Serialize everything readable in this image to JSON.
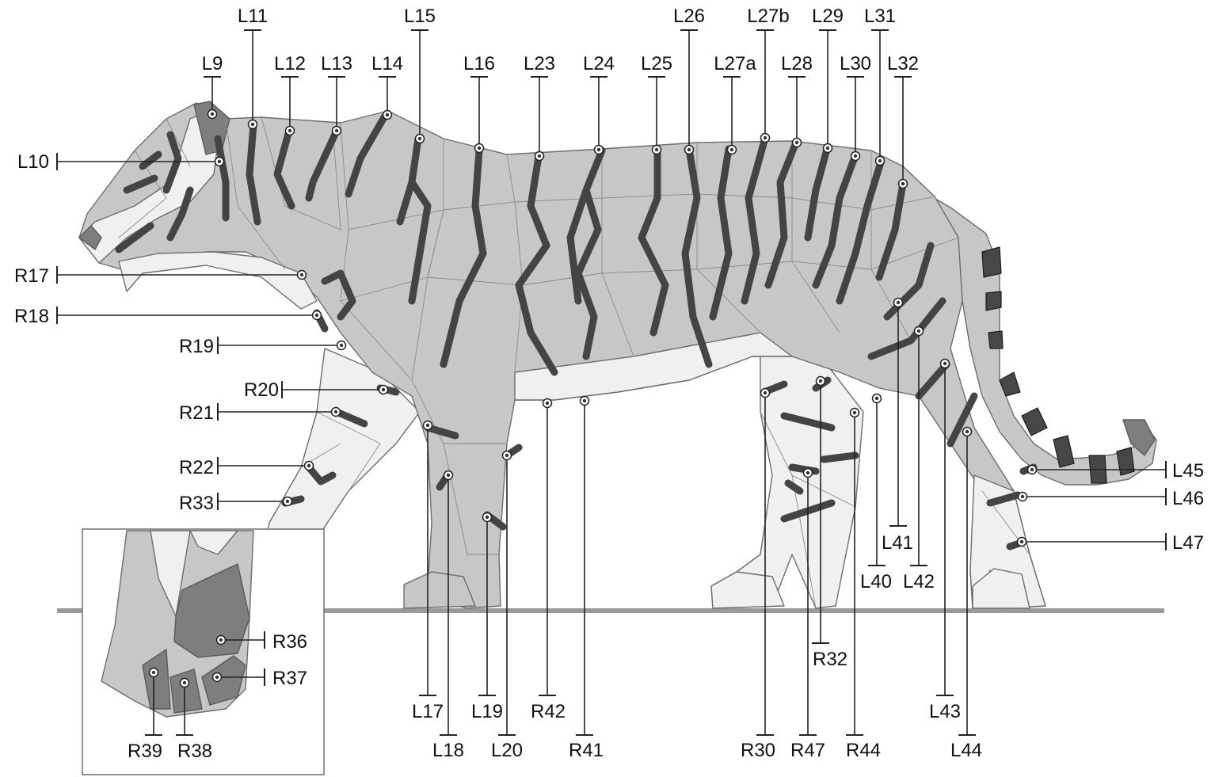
{
  "figure": {
    "labels": {
      "L9": "L9",
      "L10": "L10",
      "L11": "L11",
      "L12": "L12",
      "L13": "L13",
      "L14": "L14",
      "L15": "L15",
      "L16": "L16",
      "L17": "L17",
      "L18": "L18",
      "L19": "L19",
      "L20": "L20",
      "L23": "L23",
      "L24": "L24",
      "L25": "L25",
      "L26": "L26",
      "L27a": "L27a",
      "L27b": "L27b",
      "L28": "L28",
      "L29": "L29",
      "L30": "L30",
      "L31": "L31",
      "L32": "L32",
      "L40": "L40",
      "L41": "L41",
      "L42": "L42",
      "L43": "L43",
      "L44": "L44",
      "L45": "L45",
      "L46": "L46",
      "L47": "L47",
      "R17": "R17",
      "R18": "R18",
      "R19": "R19",
      "R20": "R20",
      "R21": "R21",
      "R22": "R22",
      "R30": "R30",
      "R32": "R32",
      "R33": "R33",
      "R36": "R36",
      "R37": "R37",
      "R38": "R38",
      "R39": "R39",
      "R41": "R41",
      "R42": "R42",
      "R44": "R44",
      "R47": "R47"
    },
    "colors": {
      "stripe": "#474747",
      "body_light": "#c7c7c7",
      "body_white": "#f0f0f0",
      "ground": "#9a9a9a"
    }
  }
}
